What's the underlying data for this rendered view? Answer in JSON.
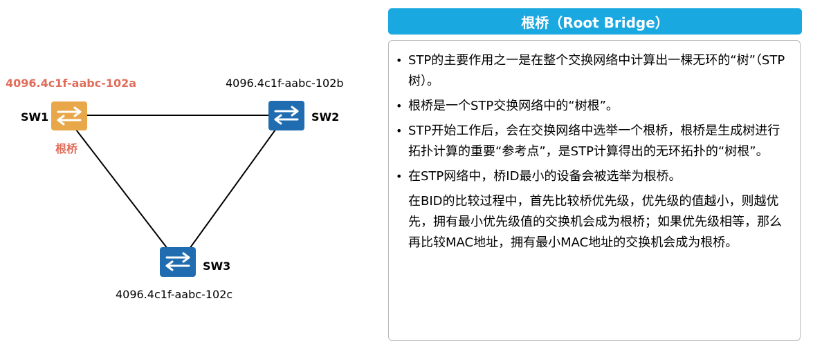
{
  "diagram": {
    "switches": [
      {
        "id": "sw1",
        "name": "SW1",
        "bid": "4096.4c1f-aabc-102a",
        "role_label": "根桥",
        "is_root": true
      },
      {
        "id": "sw2",
        "name": "SW2",
        "bid": "4096.4c1f-aabc-102b"
      },
      {
        "id": "sw3",
        "name": "SW3",
        "bid": "4096.4c1f-aabc-102c"
      }
    ],
    "colors": {
      "root_switch": "#e8a84a",
      "switch": "#1f6db0",
      "root_text": "#e06c5a",
      "link": "#000000"
    },
    "icon": "switch-arrows-icon"
  },
  "panel": {
    "title": "根桥（Root Bridge）",
    "title_bg": "#1aa8e0",
    "bullets": [
      "STP的主要作用之一是在整个交换网络中计算出一棵无环的“树”（STP树）。",
      "根桥是一个STP交换网络中的“树根”。",
      "STP开始工作后，会在交换网络中选举一个根桥，根桥是生成树进行拓扑计算的重要“参考点”，是STP计算得出的无环拓扑的“树根”。",
      "在STP网络中，桥ID最小的设备会被选举为根桥。"
    ],
    "extra": "在BID的比较过程中，首先比较桥优先级，优先级的值越小，则越优先，拥有最小优先级值的交换机会成为根桥；如果优先级相等，那么再比较MAC地址，拥有最小MAC地址的交换机会成为根桥。"
  }
}
